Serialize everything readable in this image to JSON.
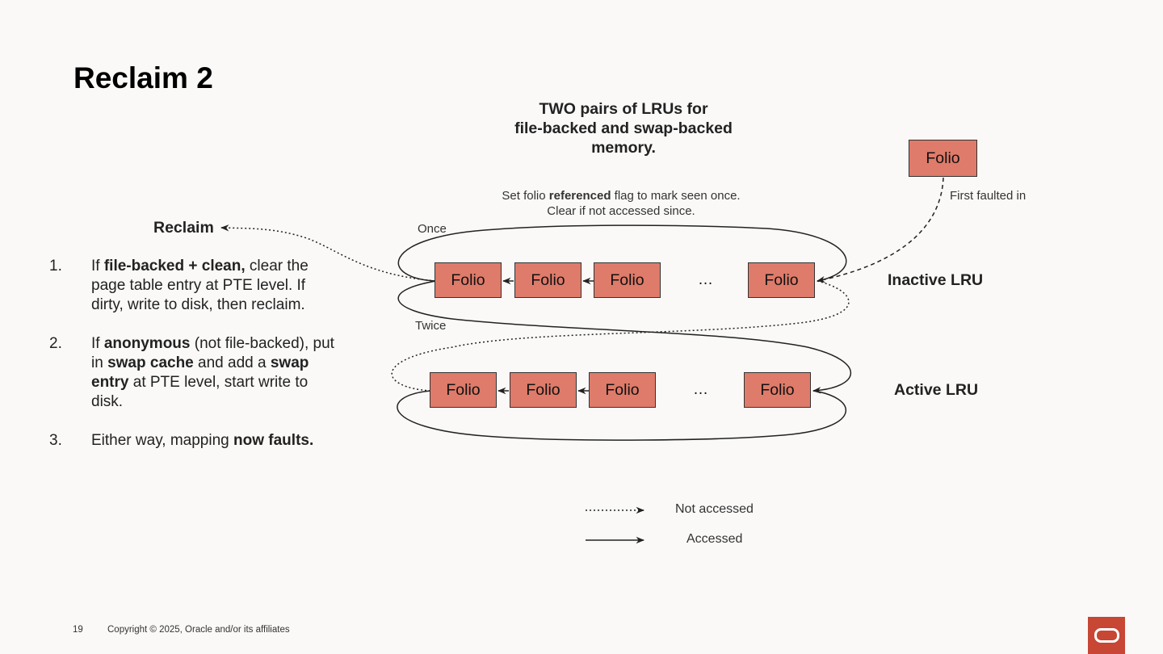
{
  "slide": {
    "title": "Reclaim 2"
  },
  "header": {
    "line1": "TWO pairs of LRUs for",
    "line2": "file-backed and swap-backed",
    "line3": "memory."
  },
  "note": {
    "pre": "Set folio ",
    "bold": "referenced",
    "post": " flag to mark seen once.",
    "line2": "Clear if not accessed since."
  },
  "labels": {
    "once": "Once",
    "twice": "Twice",
    "first_faulted": "First faulted in",
    "inactive_lru": "Inactive LRU",
    "active_lru": "Active LRU",
    "reclaim": "Reclaim"
  },
  "folio_label": "Folio",
  "ellipsis": "…",
  "new_folio": {
    "label": "Folio"
  },
  "inactive": {
    "folios": [
      "Folio",
      "Folio",
      "Folio",
      "Folio"
    ]
  },
  "active": {
    "folios": [
      "Folio",
      "Folio",
      "Folio",
      "Folio"
    ]
  },
  "steps": [
    {
      "num": "1.",
      "t1": "If ",
      "b1": "file-backed + clean,",
      "t2": " clear the page table entry at PTE level. If dirty, write to disk, then reclaim."
    },
    {
      "num": "2.",
      "t1": "If ",
      "b1": "anonymous",
      "t2": " (not file-backed), put in ",
      "b2": "swap cache",
      "t3": " and add a ",
      "b3": "swap entry",
      "t4": " at PTE level, start write to disk."
    },
    {
      "num": "3.",
      "t1": "Either way, mapping ",
      "b1": "now faults."
    }
  ],
  "legend": {
    "not_accessed": "Not accessed",
    "accessed": "Accessed"
  },
  "footer": {
    "page": "19",
    "copyright": "Copyright © 2025, Oracle and/or its affiliates"
  },
  "colors": {
    "folio_fill": "#df7b6a",
    "brand": "#c74634",
    "background": "#faf9f7"
  }
}
